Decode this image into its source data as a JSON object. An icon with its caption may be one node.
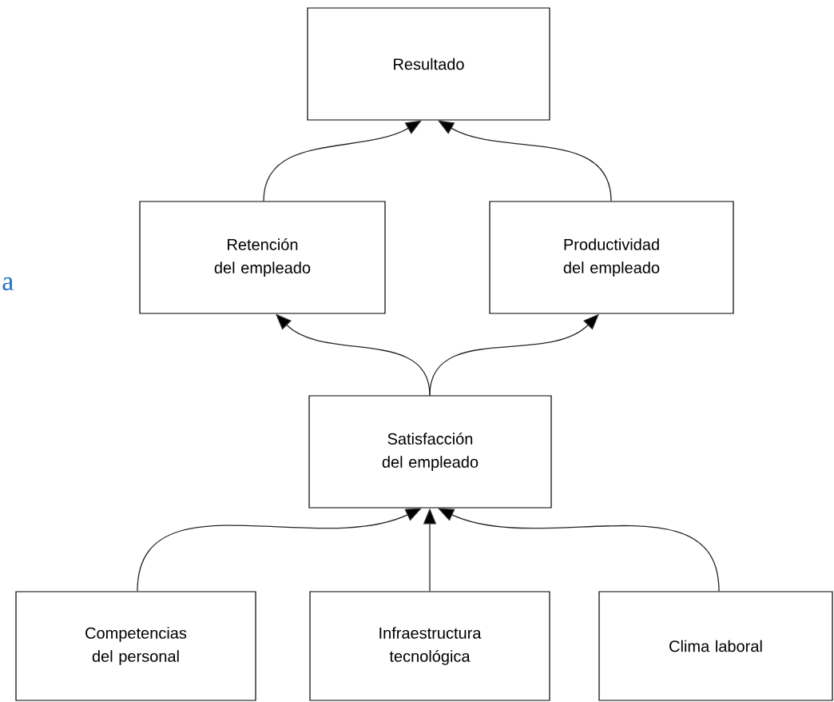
{
  "diagram": {
    "nodes": [
      {
        "text": [
          "Resultado"
        ]
      },
      {
        "text": [
          "Retención del empleado"
        ]
      },
      {
        "text": [
          "Productividad del empleado"
        ]
      },
      {
        "text": [
          "Satisfacción del empleado"
        ]
      },
      {
        "text": [
          "Competencias del personal"
        ]
      },
      {
        "text": [
          "Infraestructura tecnológica"
        ]
      },
      {
        "text": [
          "Clima laboral"
        ]
      }
    ],
    "edges": [
      {
        "from": 1,
        "to": 0,
        "arrow": "to"
      },
      {
        "from": 2,
        "to": 0,
        "arrow": "to"
      },
      {
        "from": 3,
        "to": 1,
        "arrow": "to"
      },
      {
        "from": 3,
        "to": 2,
        "arrow": "to"
      },
      {
        "from": 4,
        "to": 3,
        "arrow": "to"
      },
      {
        "from": 5,
        "to": 3,
        "arrow": "to"
      },
      {
        "from": 6,
        "to": 3,
        "arrow": "to"
      }
    ],
    "labels": [
      "a"
    ]
  }
}
